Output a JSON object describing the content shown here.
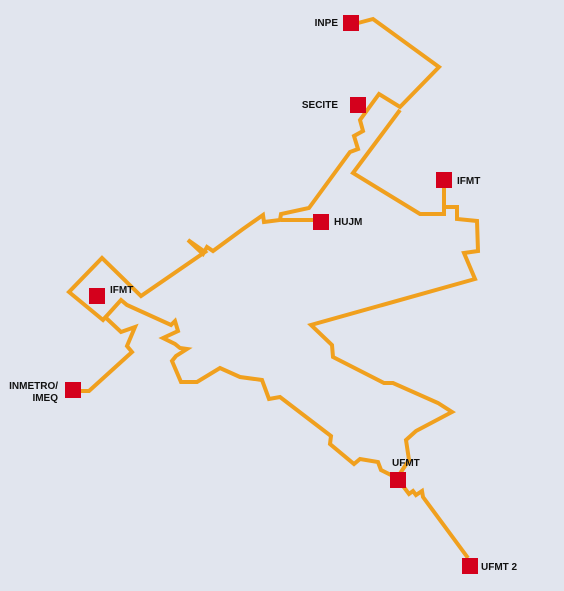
{
  "colors": {
    "background": "#e1e5ee",
    "route": "#f0a01e",
    "node": "#d4001c"
  },
  "nodes": [
    {
      "id": "inpe",
      "label": "INPE"
    },
    {
      "id": "secite",
      "label": "SECITE"
    },
    {
      "id": "ifmt-east",
      "label": "IFMT"
    },
    {
      "id": "hujm",
      "label": "HUJM"
    },
    {
      "id": "ifmt-west",
      "label": "IFMT"
    },
    {
      "id": "inmetro-imeq",
      "label_lines": [
        "INMETRO/",
        "IMEQ"
      ]
    },
    {
      "id": "ufmt",
      "label": "UFMT"
    },
    {
      "id": "ufmt-2",
      "label": "UFMT 2"
    }
  ]
}
